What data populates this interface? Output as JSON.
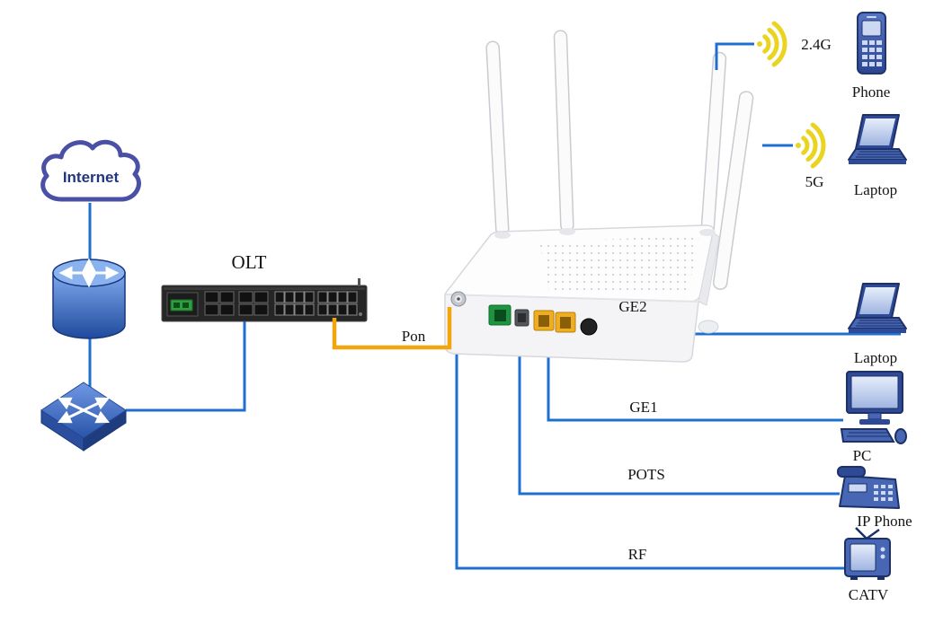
{
  "diagram": {
    "nodes": {
      "internet": "Internet",
      "olt": "OLT",
      "phone": "Phone",
      "laptop_wifi": "Laptop",
      "laptop_lan": "Laptop",
      "pc": "PC",
      "ip_phone": "IP Phone",
      "catv": "CATV"
    },
    "links": {
      "pon": "Pon",
      "wifi_2_4g": "2.4G",
      "wifi_5g": "5G",
      "ge2": "GE2",
      "ge1": "GE1",
      "pots": "POTS",
      "rf": "RF"
    },
    "colors": {
      "link_blue": "#1f6fd0",
      "link_orange": "#f2a50c",
      "wifi_yellow": "#e9d41f",
      "device_blue": "#2e4a96",
      "cloud_outline": "#4a50a5",
      "port_green": "#1d9440",
      "port_yellow": "#efae1f"
    }
  }
}
